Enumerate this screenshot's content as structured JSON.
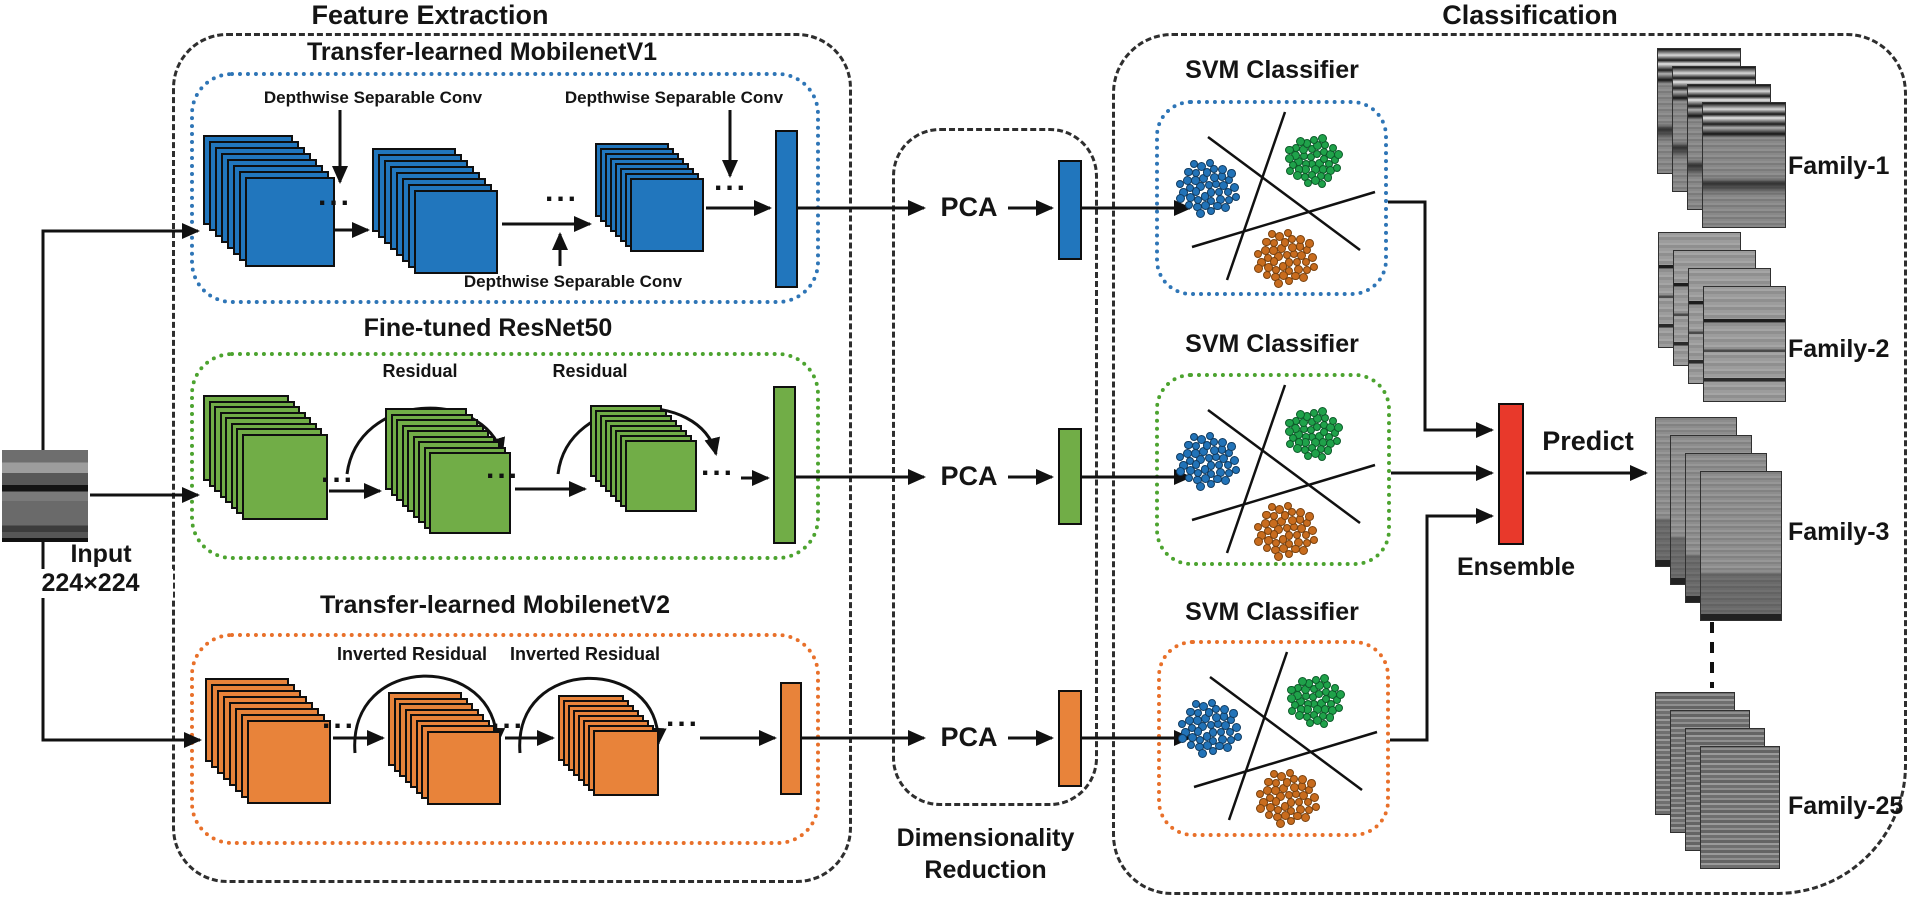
{
  "sections": {
    "feature_extraction": {
      "title": "Feature Extraction"
    },
    "dimensionality_reduction": {
      "title_line1": "Dimensionality",
      "title_line2": "Reduction",
      "pca_label": "PCA"
    },
    "classification": {
      "title": "Classification",
      "svm_label": "SVM Classifier",
      "ensemble_label": "Ensemble",
      "predict_label": "Predict"
    }
  },
  "input": {
    "label": "Input",
    "size_label": "224×224"
  },
  "branches": [
    {
      "name": "mobilenetv1",
      "title": "Transfer-learned MobilenetV1",
      "block_label": "Depthwise Separable Conv",
      "accent_color": "#2e75b6",
      "block_color": "#2176bd"
    },
    {
      "name": "resnet50",
      "title": "Fine-tuned ResNet50",
      "block_label": "Residual",
      "accent_color": "#4ca32f",
      "block_color": "#71ad47"
    },
    {
      "name": "mobilenetv2",
      "title": "Transfer-learned MobilenetV2",
      "block_label": "Inverted Residual",
      "accent_color": "#e8702a",
      "block_color": "#e8833a"
    }
  ],
  "ensemble_color": "#e8392b",
  "scatter_colors": {
    "blue": "#2273b8",
    "green": "#1fa24a",
    "orange": "#c86c1e"
  },
  "ellipsis": "...",
  "families": [
    {
      "label": "Family-1"
    },
    {
      "label": "Family-2"
    },
    {
      "label": "Family-3"
    },
    {
      "label": "Family-25"
    }
  ]
}
